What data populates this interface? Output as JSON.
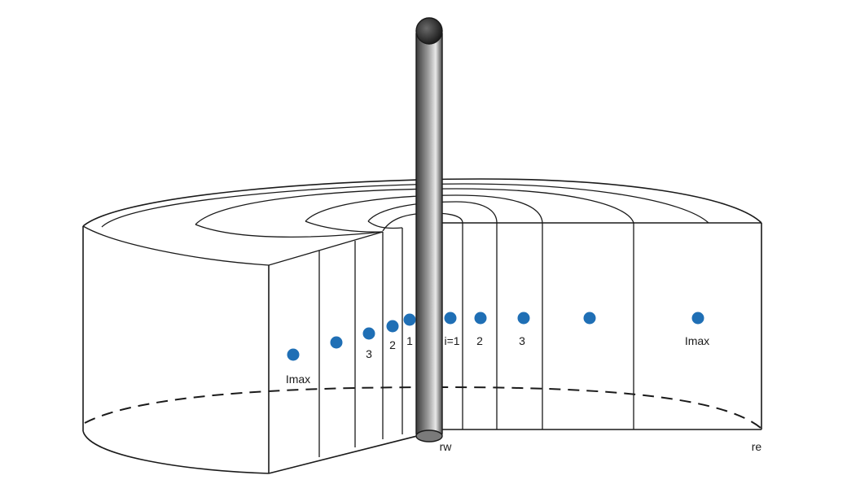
{
  "diagram": {
    "left_labels": {
      "outer": "Imax",
      "i3": "3",
      "i2": "2",
      "i1": "1"
    },
    "right_labels": {
      "i1": "i=1",
      "i2": "2",
      "i3": "3",
      "outer": "Imax"
    },
    "radius_labels": {
      "well_radius": "rw",
      "external_radius": "re"
    },
    "colors": {
      "grid_node": "#1f6fb5",
      "outline": "#1a1a1a",
      "well_dark": "#2b2b2b",
      "well_light": "#e6e6e6"
    }
  }
}
